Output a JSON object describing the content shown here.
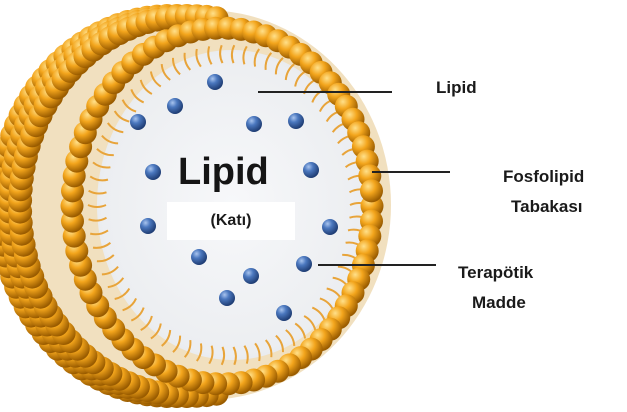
{
  "colors": {
    "head_dark": "#a86a00",
    "head_mid": "#f0a21b",
    "head_light": "#ffd36a",
    "tail": "#e8a43a",
    "core_fill": "#eef0f3",
    "particle": "#3f6db3",
    "line": "#222222"
  },
  "core": {
    "title": "Lipid",
    "subtitle": "(Katı)"
  },
  "labels": {
    "lipid": "Lipid",
    "fosfolipid_line1": "Fosfolipid",
    "fosfolipid_line2": "Tabakası",
    "terapotik_line1": "Terapötik",
    "terapotik_line2": "Madde"
  },
  "icons": {
    "particle": "drug-particle-icon",
    "head": "phospholipid-head-icon"
  }
}
